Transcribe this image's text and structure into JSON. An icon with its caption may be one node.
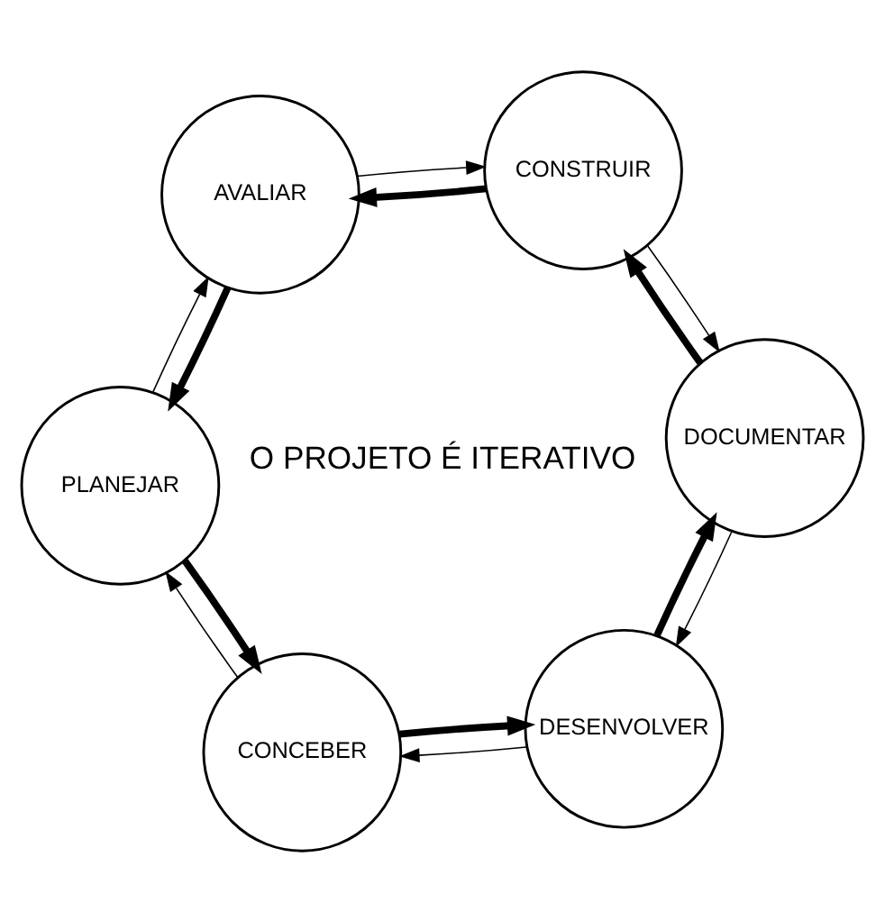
{
  "diagram": {
    "nodes": [
      {
        "text": [
          "PLANEJAR"
        ]
      },
      {
        "text": [
          "CONCEBER"
        ]
      },
      {
        "text": [
          "DESENVOLVER"
        ]
      },
      {
        "text": [
          "DOCUMENTAR"
        ]
      },
      {
        "text": [
          "CONSTRUIR"
        ]
      },
      {
        "text": [
          "AVALIAR"
        ]
      }
    ],
    "edges": [
      {
        "from": 5,
        "to": 0,
        "arrow": "to",
        "style": "thick"
      },
      {
        "from": 0,
        "to": 1,
        "arrow": "to",
        "style": "thick"
      },
      {
        "from": 1,
        "to": 2,
        "arrow": "to",
        "style": "thick"
      },
      {
        "from": 2,
        "to": 3,
        "arrow": "to",
        "style": "thick"
      },
      {
        "from": 3,
        "to": 4,
        "arrow": "to",
        "style": "thick"
      },
      {
        "from": 4,
        "to": 5,
        "arrow": "to",
        "style": "thick"
      },
      {
        "from": 0,
        "to": 5,
        "arrow": "to"
      },
      {
        "from": 1,
        "to": 0,
        "arrow": "to"
      },
      {
        "from": 2,
        "to": 1,
        "arrow": "to"
      },
      {
        "from": 3,
        "to": 2,
        "arrow": "to"
      },
      {
        "from": 4,
        "to": 3,
        "arrow": "to"
      },
      {
        "from": 5,
        "to": 4,
        "arrow": "to"
      }
    ],
    "labels": [
      "O PROJETO É ITERATIVO"
    ]
  }
}
